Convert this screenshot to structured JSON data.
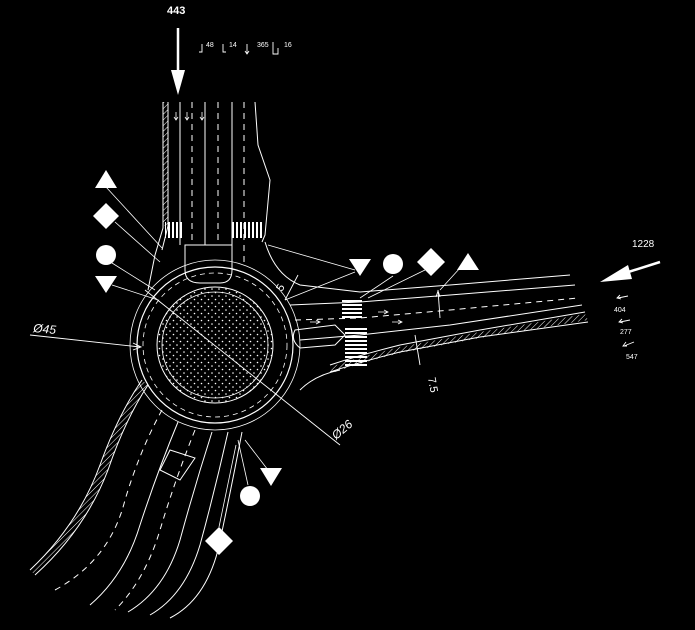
{
  "north_approach": {
    "total": "443",
    "movements": [
      {
        "value": "48"
      },
      {
        "value": "14"
      },
      {
        "value": "365"
      },
      {
        "value": "16"
      }
    ]
  },
  "east_approach": {
    "total": "1228",
    "movements": [
      {
        "value": "404"
      },
      {
        "value": "277"
      },
      {
        "value": "547"
      }
    ]
  },
  "dimensions": {
    "outer_diameter": "Ø45",
    "inner_diameter": "Ø26",
    "lane_width_a": "5",
    "lane_width_b": "7.5"
  },
  "colors": {
    "background": "#000000",
    "lines": "#ffffff"
  }
}
